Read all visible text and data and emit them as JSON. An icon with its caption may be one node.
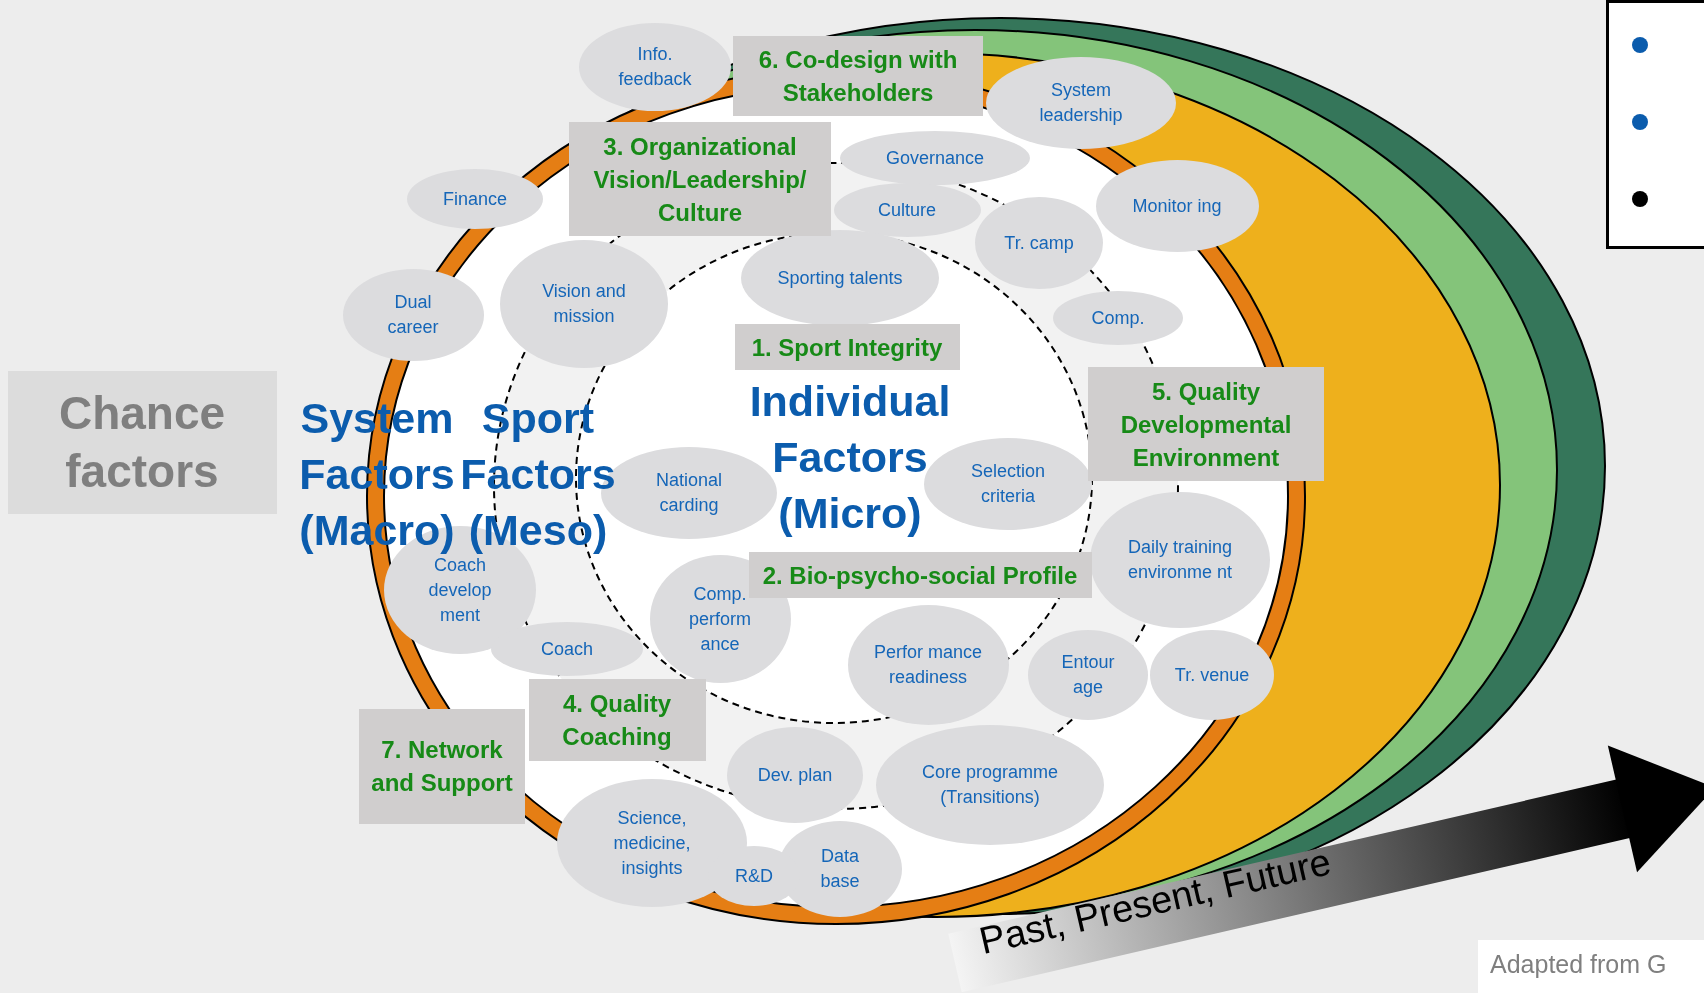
{
  "diagram": {
    "nodes": [
      {
        "text": [
          "Info. feedback"
        ]
      },
      {
        "text": [
          "6. Co-design with Stakeholders"
        ]
      },
      {
        "text": [
          "System leadership"
        ]
      },
      {
        "text": [
          "3. Organizational Vision/Leadership/ Culture"
        ]
      },
      {
        "text": [
          "Governance"
        ]
      },
      {
        "text": [
          "Finance"
        ]
      },
      {
        "text": [
          "Monitor ing"
        ]
      },
      {
        "text": [
          "Culture"
        ]
      },
      {
        "text": [
          "Tr. camp"
        ]
      },
      {
        "text": [
          "Sporting talents"
        ]
      },
      {
        "text": [
          "Vision and mission"
        ]
      },
      {
        "text": [
          "Dual career"
        ]
      },
      {
        "text": [
          "Comp."
        ]
      },
      {
        "text": [
          "1. Sport Integrity"
        ]
      },
      {
        "text": [
          "5. Quality Developmental Environment"
        ]
      },
      {
        "text": [
          "Chance factors"
        ]
      },
      {
        "text": [
          "Selection criteria"
        ]
      },
      {
        "text": [
          "National carding"
        ]
      },
      {
        "text": [
          "Daily training environme nt"
        ]
      },
      {
        "text": [
          "2. Bio-psycho-social Profile"
        ]
      },
      {
        "text": [
          "Coach develop ment"
        ]
      },
      {
        "text": [
          "Comp. perform ance"
        ]
      },
      {
        "text": [
          "Coach"
        ]
      },
      {
        "text": [
          "Perfor mance readiness"
        ]
      },
      {
        "text": [
          "Tr. venue"
        ]
      },
      {
        "text": [
          "Entour age"
        ]
      },
      {
        "text": [
          "4. Quality Coaching"
        ]
      },
      {
        "text": [
          "7. Network and Support"
        ]
      },
      {
        "text": [
          "Dev. plan"
        ]
      },
      {
        "text": [
          "Core programme (Transitions)"
        ]
      },
      {
        "text": [
          "Science, medicine, insights"
        ]
      },
      {
        "text": [
          "Data base"
        ]
      },
      {
        "text": [
          "R&D"
        ]
      }
    ],
    "edges": [],
    "labels": [
      "System Factors (Macro)",
      "Sport Factors (Meso)",
      "Individual Factors (Micro)",
      "Past, Present, Future",
      "Adapted from G"
    ]
  }
}
